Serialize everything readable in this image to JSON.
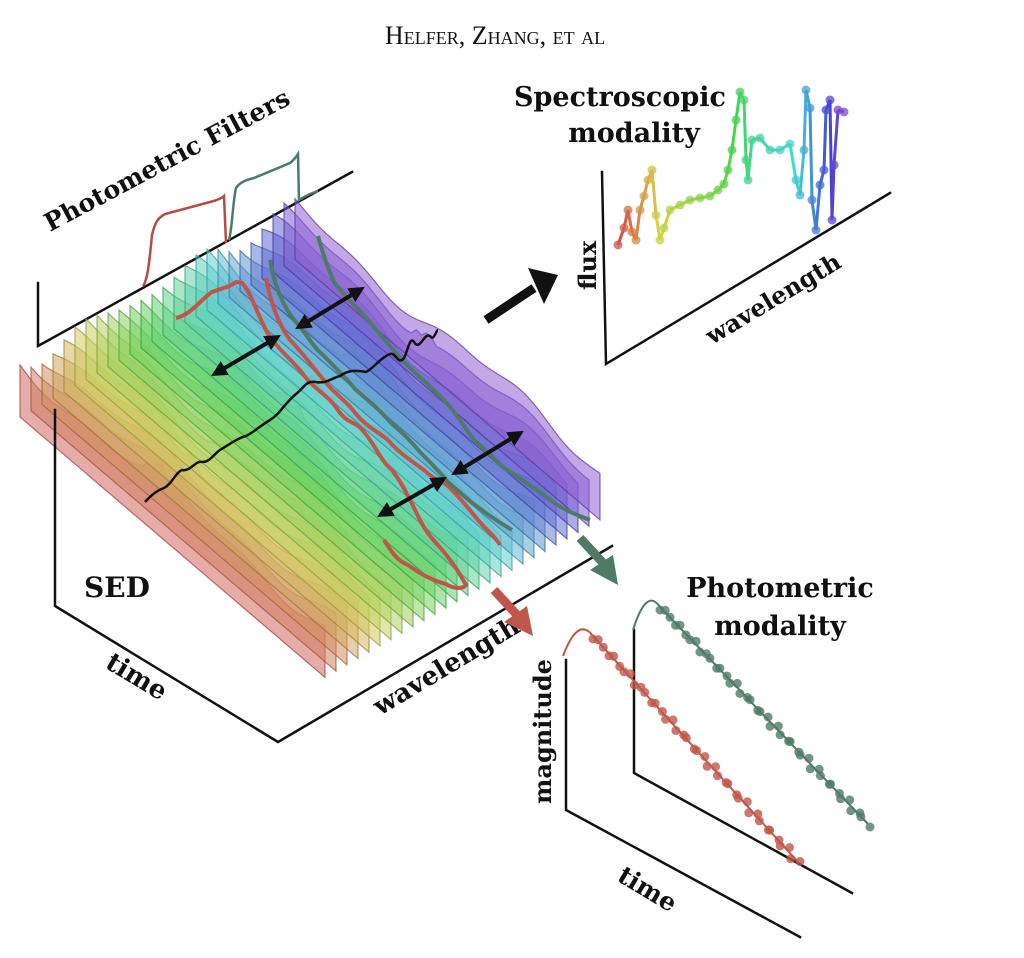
{
  "header": {
    "authors": "Helfer, Zhang, et al"
  },
  "labels": {
    "photometric_filters": "Photometric Filters",
    "spectroscopic_modality_line1": "Spectroscopic",
    "spectroscopic_modality_line2": "modality",
    "flux": "flux",
    "wavelength_spec": "wavelength",
    "sed": "SED",
    "time_sed": "time",
    "wavelength_sed": "wavelength",
    "photometric_modality_line1": "Photometric",
    "photometric_modality_line2": "modality",
    "magnitude": "magnitude",
    "time_phot": "time"
  },
  "colors": {
    "filter_red": "#b84a40",
    "filter_green": "#4f7a66",
    "arrow_black": "#111111",
    "arrow_red": "#c0564a",
    "arrow_green": "#4f7a66"
  }
}
